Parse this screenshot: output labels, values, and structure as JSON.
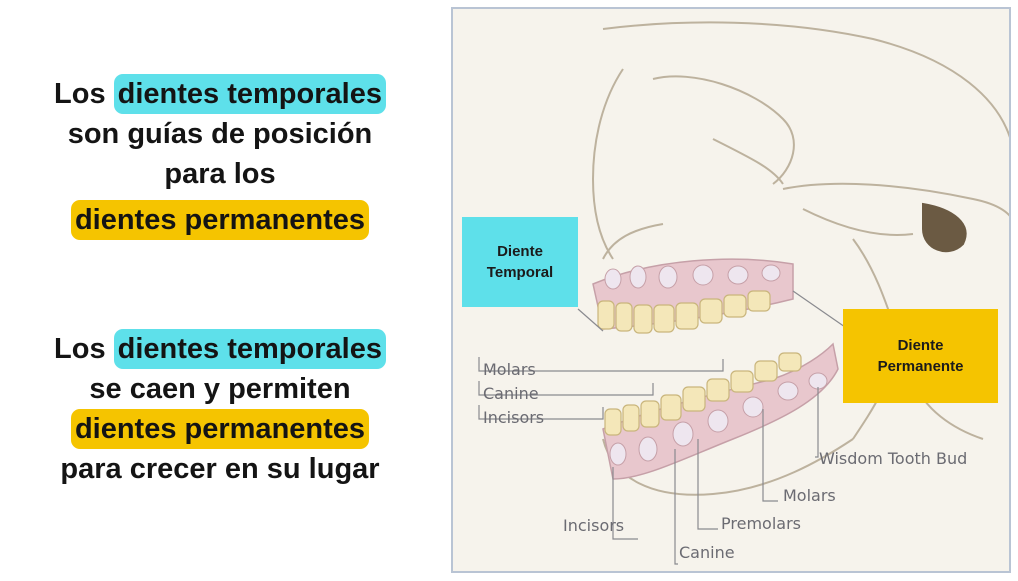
{
  "block1": {
    "part1": "Los",
    "part2": "dientes temporales",
    "line2": "son guías de posición",
    "line3": "para los",
    "line4": "dientes permanentes"
  },
  "block2": {
    "part1": "Los",
    "part2": "dientes temporales",
    "line2": "se caen y permiten",
    "line3": "dientes permanentes",
    "line4": "para crecer en su lugar"
  },
  "callouts": {
    "temporal": {
      "line1": "Diente",
      "line2": "Temporal"
    },
    "permanente": {
      "line1": "Diente",
      "line2": "Permanente"
    }
  },
  "diagram_labels": {
    "upper_molars": "Molars",
    "upper_canine": "Canine",
    "upper_incisors": "Incisors",
    "wisdom": "Wisdom Tooth Bud",
    "lower_molars": "Molars",
    "premolars": "Premolars",
    "lower_incisors": "Incisors",
    "lower_canine": "Canine"
  },
  "colors": {
    "cyan": "#5ee0ea",
    "yellow": "#f5c400",
    "text": "#141414"
  }
}
